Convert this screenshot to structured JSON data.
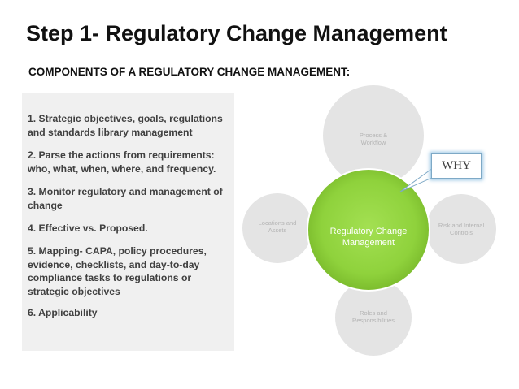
{
  "title": "Step 1- Regulatory Change Management",
  "section_heading": "COMPONENTS OF A REGULATORY CHANGE MANAGEMENT:",
  "components": {
    "items": [
      "1. Strategic objectives, goals, regulations and standards library management",
      "2. Parse the actions from requirements: who, what, when, where, and frequency.",
      "3. Monitor regulatory and management of change",
      "4. Effective vs. Proposed.",
      "5. Mapping- CAPA, policy procedures, evidence, checklists, and day-to-day compliance tasks to regulations or strategic objectives",
      "6. Applicability"
    ]
  },
  "diagram": {
    "center": {
      "label_line1": "Regulatory Change",
      "label_line2": "Management",
      "color": "#8fd23c"
    },
    "satellites": {
      "top": {
        "line1": "Process &",
        "line2": "Workflow"
      },
      "left": {
        "line1": "Locations and",
        "line2": "Assets"
      },
      "right": {
        "line1": "Risk and Internal",
        "line2": "Controls"
      },
      "bottom": {
        "line1": "Roles and",
        "line2": "Responsibilities"
      }
    },
    "satellite_color": "#e4e4e4",
    "callout": "WHY"
  }
}
